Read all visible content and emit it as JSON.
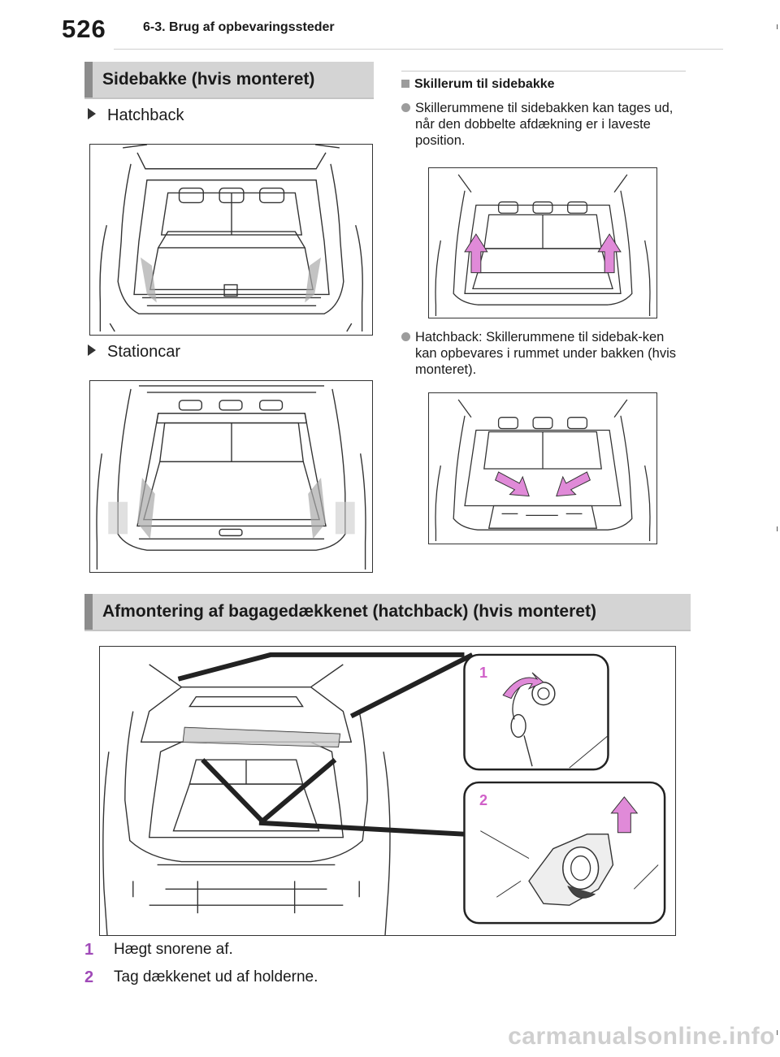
{
  "header": {
    "page_number": "526",
    "section": "6-3. Brug af opbevaringssteder"
  },
  "left": {
    "heading": "Sidebakke (hvis monteret)",
    "hatchback_label": "Hatchback",
    "stationcar_label": "Stationcar"
  },
  "right": {
    "heading": "Skillerum til sidebakke",
    "bullet1": "Skillerummene til sidebakken kan tages ud, når den dobbelte afdækning er i laveste position.",
    "bullet2": "Hatchback: Skillerummene til sidebak-ken kan opbevares i rummet under bakken (hvis monteret)."
  },
  "section2": {
    "heading": "Afmontering af bagagedækkenet (hatchback) (hvis monteret)",
    "callout1": "1",
    "callout2": "2"
  },
  "steps": [
    {
      "num": "1",
      "text": "Hægt snorene af."
    },
    {
      "num": "2",
      "text": "Tag dækkenet ud af holderne."
    }
  ],
  "watermark": "carmanualsonline.info",
  "colors": {
    "accent_number": "#a04ab8",
    "callout_pink": "#d060c8",
    "arrow_pink": "#e08ad8",
    "heading_bg": "#d4d4d4"
  }
}
